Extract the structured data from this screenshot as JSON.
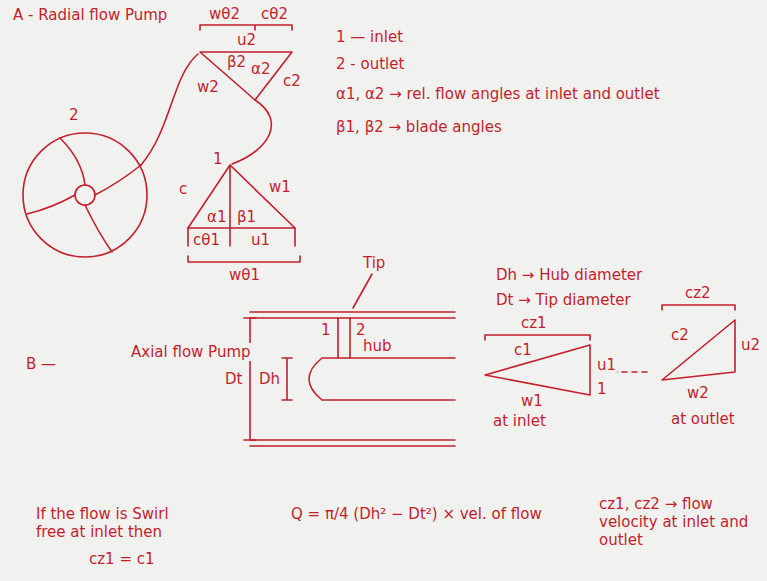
{
  "diagram": {
    "labels": [
      "A - Radial flow Pump",
      "2",
      "wθ2",
      "cθ2",
      "u2",
      "β2",
      "α2",
      "c2",
      "w2",
      "1",
      "w1",
      "c",
      "α1",
      "β1",
      "cθ1",
      "u1",
      "wθ1",
      "1 — inlet",
      "2 - outlet",
      "α1, α2 → rel. flow angles at inlet and outlet",
      "β1, β2 → blade angles",
      "B —",
      "Axial flow Pump",
      "Tip",
      "Dh → Hub diameter",
      "Dt → Tip diameter",
      "Dt",
      "Dh",
      "1",
      "2",
      "hub",
      "cz1",
      "c1",
      "u1",
      "w1",
      "1",
      "at inlet",
      "cz2",
      "c2",
      "u2",
      "w2",
      "at outlet",
      "If the flow is Swirl free at inlet then",
      "cz1 = c1",
      "Q = π/4 (Dh² − Dt²) × vel. of flow",
      "cz1, cz2 → flow velocity at inlet and outlet"
    ]
  }
}
